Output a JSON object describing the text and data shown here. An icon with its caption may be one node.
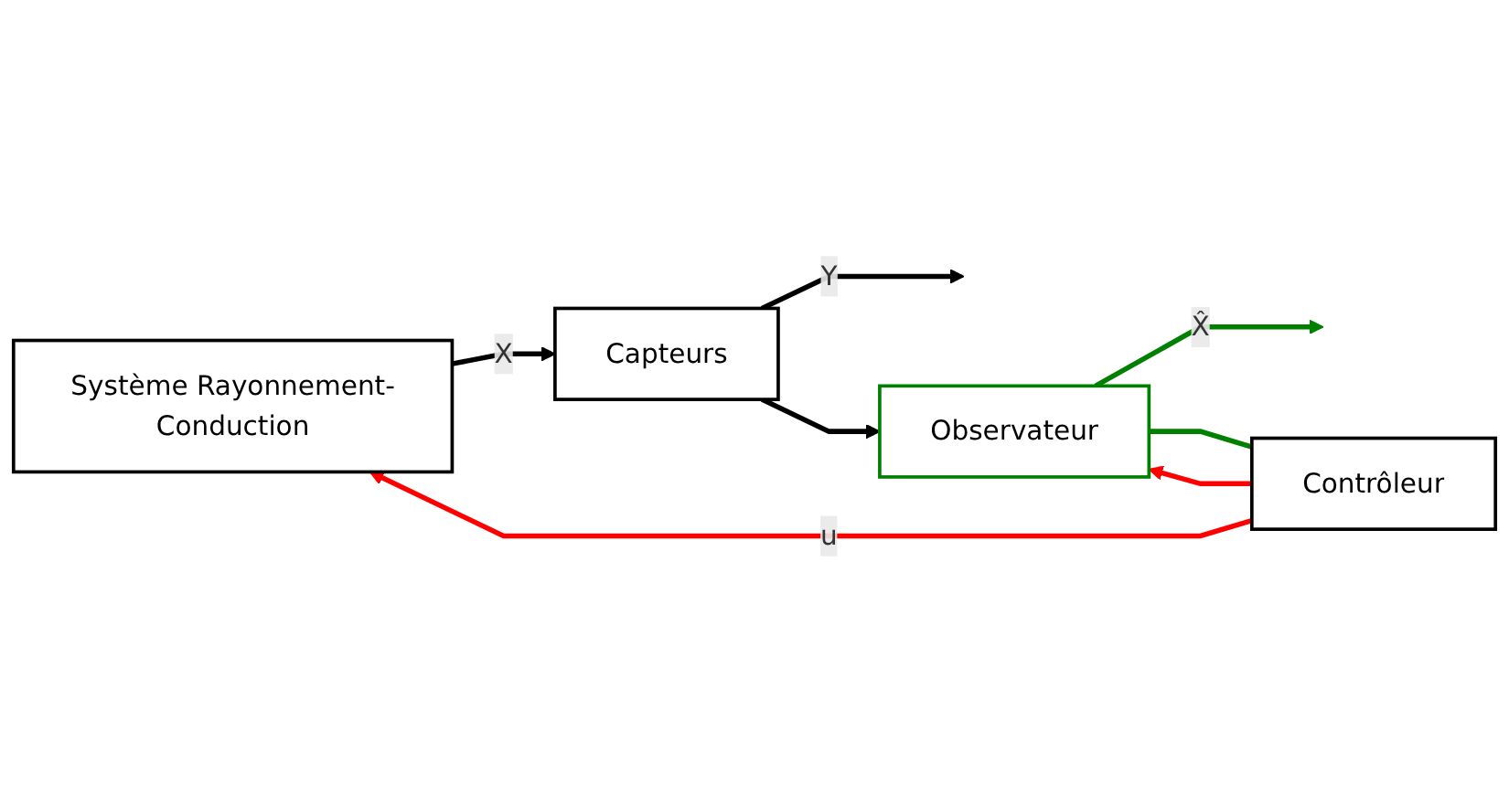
{
  "diagram": {
    "nodes": [
      {
        "text": [
          "Système Rayonnement-Conduction"
        ]
      },
      {
        "text": [
          "Capteurs"
        ]
      },
      {
        "text": [
          "Observateur"
        ]
      },
      {
        "text": [
          "Contrôleur"
        ]
      }
    ],
    "edges": [
      {
        "from": 0,
        "to": 1,
        "arrow": "to",
        "label": "X"
      },
      {
        "from": 1,
        "to": null,
        "arrow": "to",
        "label": "Y"
      },
      {
        "from": 1,
        "to": 2,
        "arrow": "to"
      },
      {
        "from": 3,
        "to": 0,
        "arrow": "to",
        "label": "u",
        "color": "#ff0000"
      },
      {
        "from": 3,
        "to": 2,
        "arrow": "to",
        "color": "#ff0000"
      },
      {
        "from": 2,
        "to": null,
        "arrow": "to",
        "label": "X̂",
        "color": "#008000"
      },
      {
        "from": 2,
        "to": 3,
        "arrow": "none",
        "color": "#008000"
      }
    ]
  }
}
